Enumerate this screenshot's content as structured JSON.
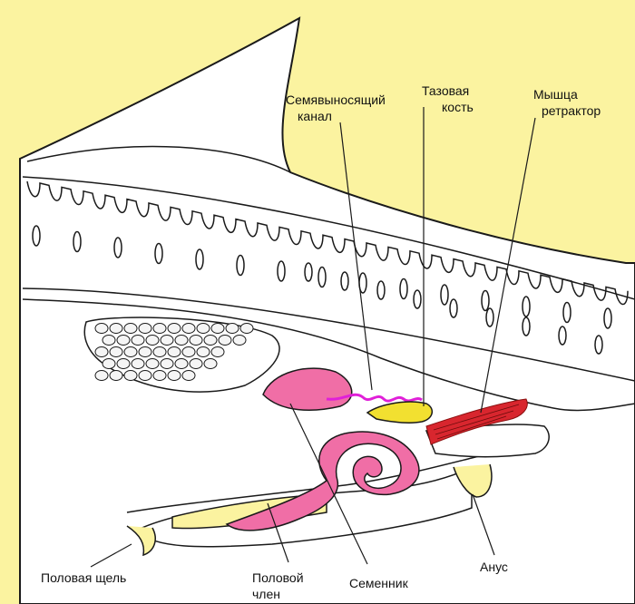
{
  "colors": {
    "background": "#FBF3A0",
    "body": "#FFFFFF",
    "outline": "#1A1A1A",
    "penis": "#F06EA6",
    "testis": "#F06EA6",
    "vas_deferens": "#E020D8",
    "pelvic_bone": "#F2E030",
    "retractor_muscle": "#D8262E",
    "fat_cells": "#F5F5F5"
  },
  "labels": {
    "vas_deferens": [
      "Семявыносящий",
      "канал"
    ],
    "pelvic_bone": [
      "Тазовая",
      "кость"
    ],
    "retractor_muscle": [
      "Мышца",
      "ретрактор"
    ],
    "genital_slit": "Половая щель",
    "penis": [
      "Половой",
      "член"
    ],
    "testis": "Семенник",
    "anus": "Анус"
  }
}
